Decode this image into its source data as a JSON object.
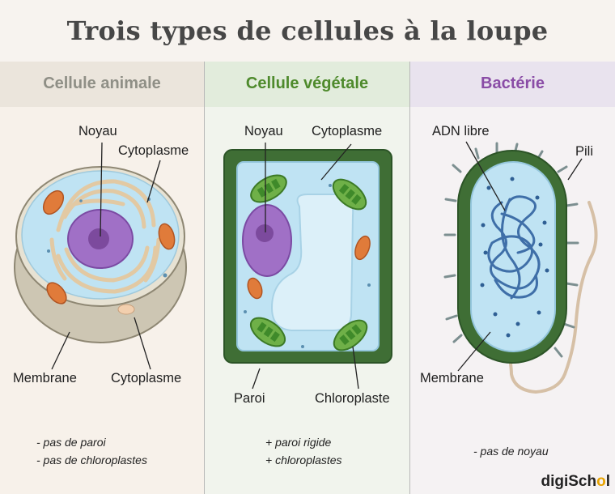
{
  "title": "Trois types de cellules à la loupe",
  "columns": {
    "animal": {
      "heading": "Cellule animale",
      "labels": {
        "noyau": "Noyau",
        "cytoplasme_top": "Cytoplasme",
        "membrane": "Membrane",
        "cytoplasme_bottom": "Cytoplasme"
      },
      "notes": [
        "- pas de paroi",
        "- pas de chloroplastes"
      ]
    },
    "plant": {
      "heading": "Cellule végétale",
      "labels": {
        "noyau": "Noyau",
        "cytoplasme": "Cytoplasme",
        "paroi": "Paroi",
        "chloroplaste": "Chloroplaste"
      },
      "notes": [
        "+ paroi rigide",
        "+ chloroplastes"
      ]
    },
    "bacteria": {
      "heading": "Bactérie",
      "labels": {
        "adn": "ADN libre",
        "pili": "Pili",
        "membrane": "Membrane"
      },
      "notes": [
        "- pas de noyau"
      ]
    }
  },
  "logo": {
    "left": "digiSch",
    "o": "o",
    "right": "l"
  },
  "colors": {
    "animal_heading": "#8f8f86",
    "plant_heading": "#4e8a2c",
    "bacteria_heading": "#8a4ca6",
    "cytoplasm": "#bfe3f3",
    "nucleus": "#a070c6",
    "chloroplast": "#6fb048",
    "cell_wall": "#3f6e35"
  }
}
